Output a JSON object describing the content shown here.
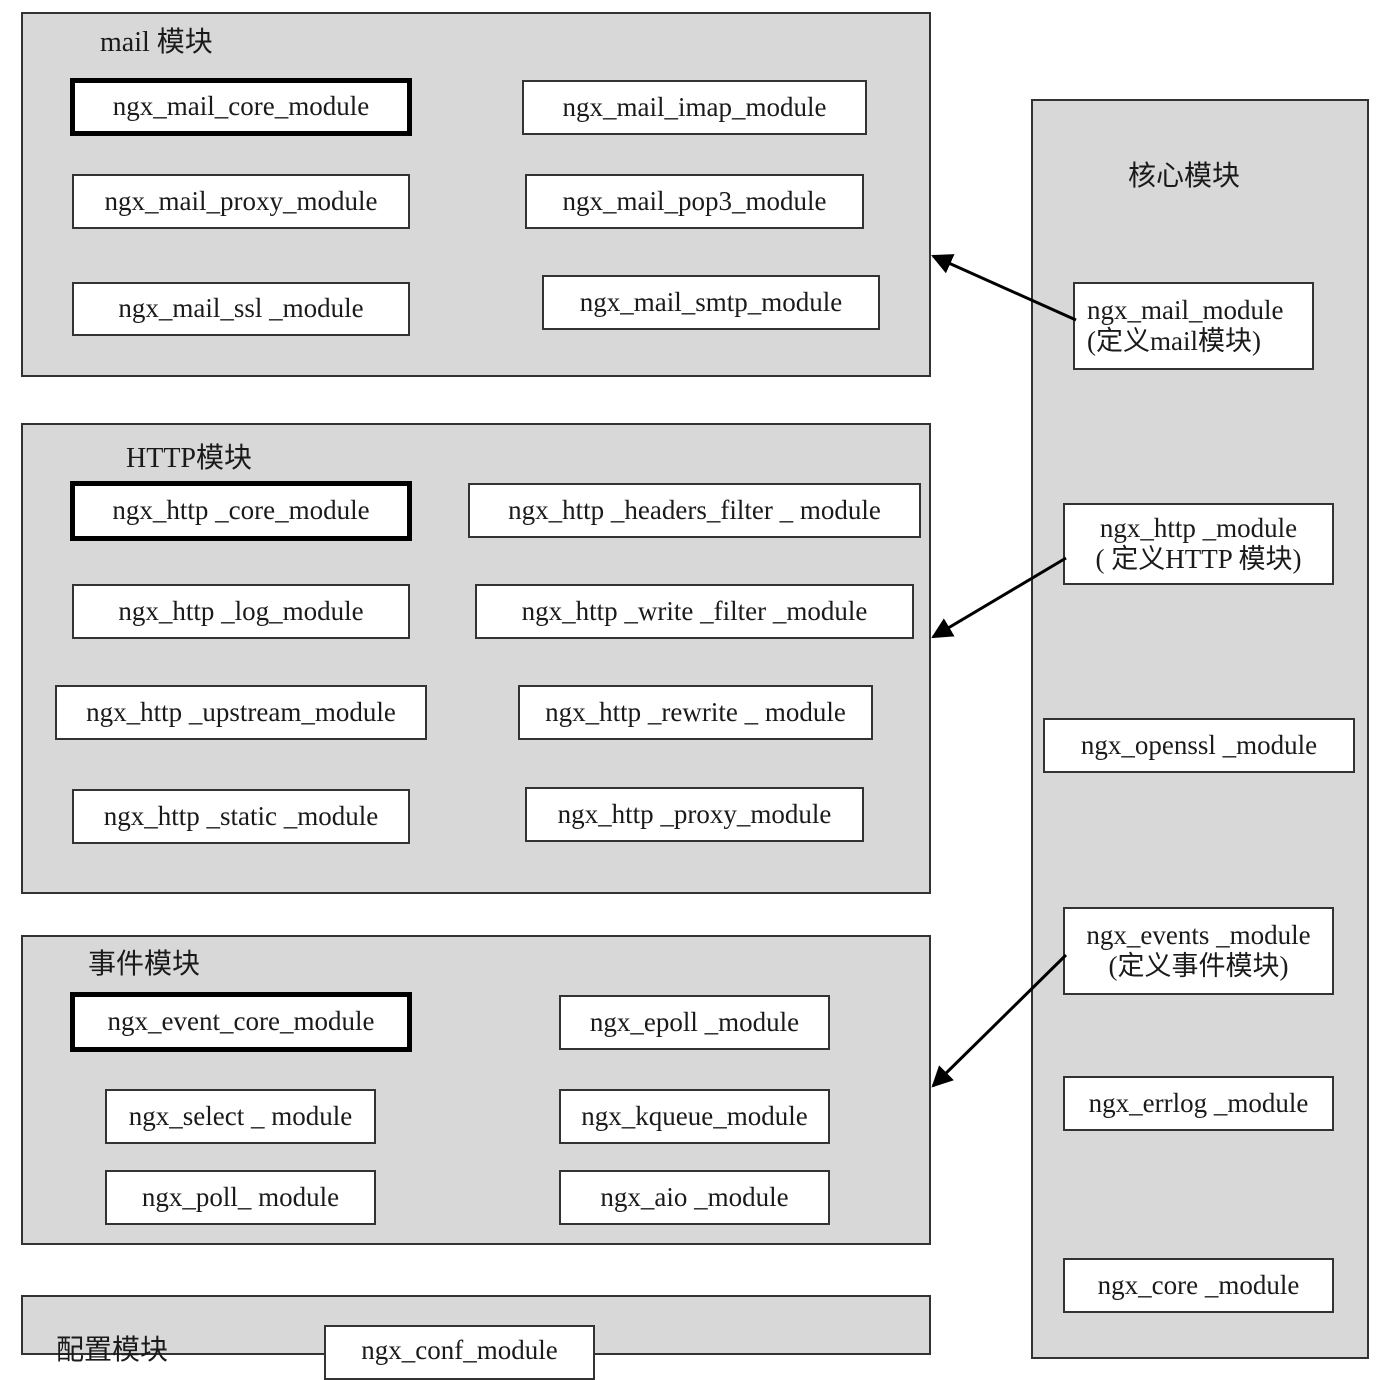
{
  "mail": {
    "title": "mail 模块",
    "modules": [
      "ngx_mail_core_module",
      "ngx_mail_imap_module",
      "ngx_mail_proxy_module",
      "ngx_mail_pop3_module",
      "ngx_mail_ssl _module",
      "ngx_mail_smtp_module"
    ]
  },
  "http": {
    "title": "HTTP模块",
    "modules": [
      "ngx_http _core_module",
      "ngx_http _headers_filter _ module",
      "ngx_http _log_module",
      "ngx_http _write _filter _module",
      "ngx_http _upstream_module",
      "ngx_http _rewrite _ module",
      "ngx_http _static   _module",
      "ngx_http _proxy_module"
    ]
  },
  "event": {
    "title": "事件模块",
    "modules": [
      "ngx_event_core_module",
      "ngx_epoll _module",
      "ngx_select _ module",
      "ngx_kqueue_module",
      "ngx_poll_ module",
      "ngx_aio _module"
    ]
  },
  "conf": {
    "title": "配置模块",
    "modules": [
      "ngx_conf_module"
    ]
  },
  "core": {
    "title": "核心模块",
    "mail_module": {
      "line1": "ngx_mail_module",
      "line2": "(定义mail模块)"
    },
    "http_module": {
      "line1": "ngx_http _module",
      "line2": "( 定义HTTP 模块)"
    },
    "openssl_module": "ngx_openssl _module",
    "events_module": {
      "line1": "ngx_events _module",
      "line2": "(定义事件模块)"
    },
    "errlog_module": "ngx_errlog _module",
    "core_module": "ngx_core _module"
  }
}
